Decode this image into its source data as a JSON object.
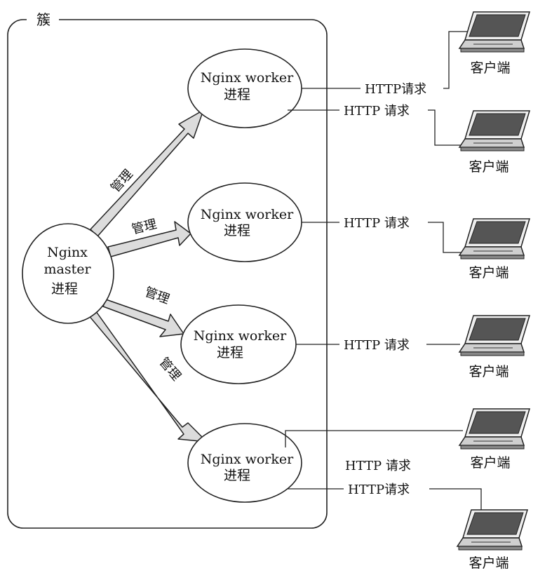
{
  "cluster": {
    "label": "簇"
  },
  "master": {
    "line1": "Nginx",
    "line2": "master",
    "line3": "进程"
  },
  "workers": [
    {
      "line1": "Nginx worker",
      "line2": "进程"
    },
    {
      "line1": "Nginx worker",
      "line2": "进程"
    },
    {
      "line1": "Nginx worker",
      "line2": "进程"
    },
    {
      "line1": "Nginx worker",
      "line2": "进程"
    }
  ],
  "manage_label": "管理",
  "http_labels": [
    "HTTP请求",
    "HTTP 请求",
    "HTTP 请求",
    "HTTP 请求",
    "HTTP 请求",
    "HTTP请求"
  ],
  "client_label": "客户端",
  "colors": {
    "arrow_fill": "#dcdcdc",
    "stroke": "#222222",
    "laptop_screen": "#555555"
  }
}
